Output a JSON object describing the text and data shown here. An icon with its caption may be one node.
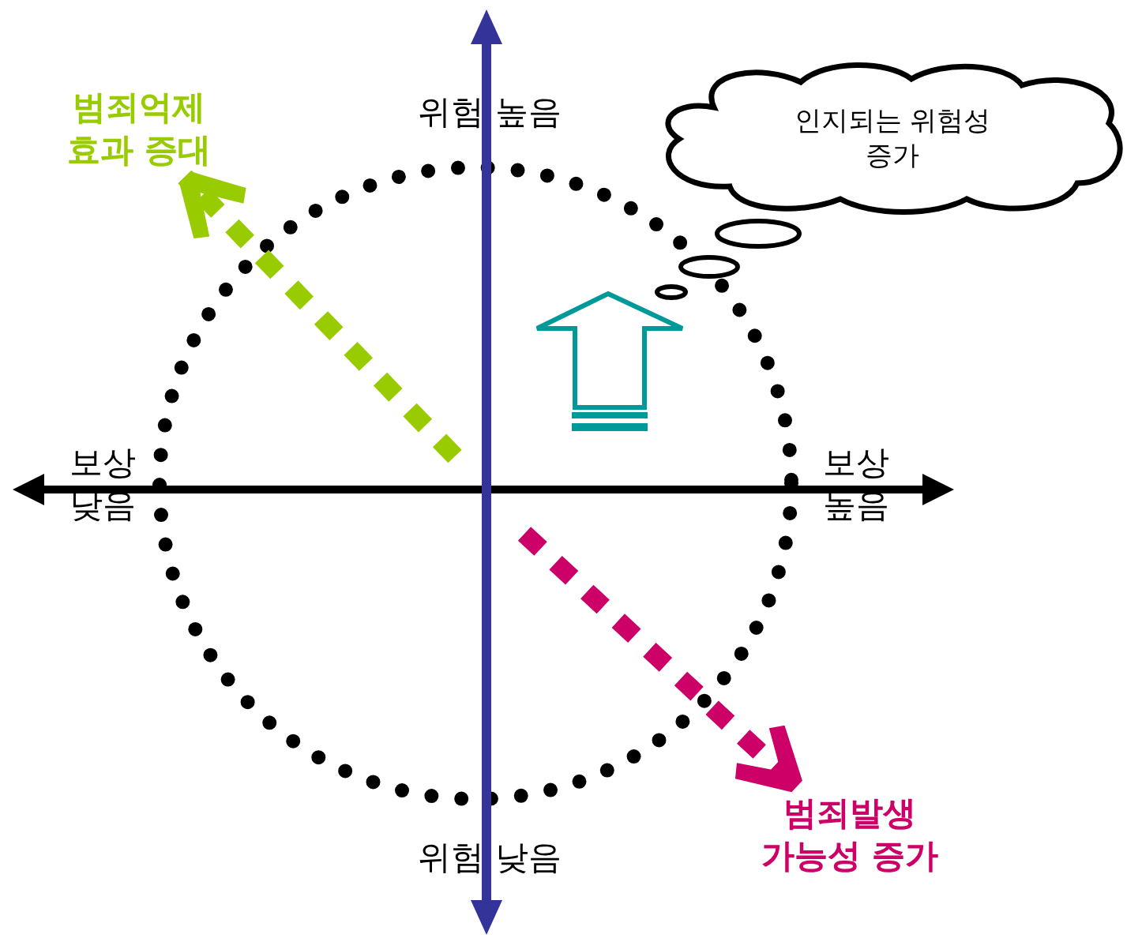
{
  "diagram": {
    "nodes": [
      {
        "text": [
          "범죄억제 효과 증대"
        ]
      },
      {
        "text": [
          "범죄발생 가능성 증가"
        ]
      },
      {
        "text": [
          "인지되는 위험성 증가"
        ]
      }
    ],
    "edges": [
      {
        "from": null,
        "to": 0,
        "arrow": "to",
        "style": "dashed",
        "color": "#99cc00"
      },
      {
        "from": null,
        "to": 1,
        "arrow": "to",
        "style": "dashed",
        "color": "#cc0066"
      }
    ],
    "labels": [
      "위험 높음",
      "보상 낮음",
      "보상 높음",
      "위험 낮음"
    ]
  }
}
